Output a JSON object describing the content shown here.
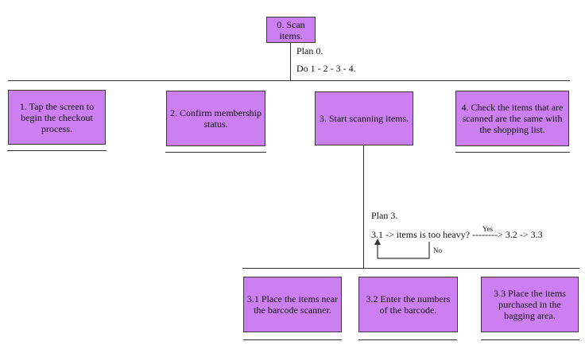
{
  "diagram": {
    "root": {
      "label": "0. Scan items."
    },
    "plan0": {
      "title": "Plan 0.",
      "sequence": "Do 1 - 2 - 3 - 4."
    },
    "tasks": [
      {
        "label": "1. Tap the screen to begin the checkout process."
      },
      {
        "label": "2. Confirm membership status."
      },
      {
        "label": "3. Start scanning items."
      },
      {
        "label": "4. Check the items that are scanned are the same with the shopping list."
      }
    ],
    "plan3": {
      "title": "Plan 3.",
      "rule": "3.1 -> items is too heavy? --------> 3.2 -> 3.3",
      "yes_label": "Yes",
      "no_label": "No"
    },
    "subtasks": [
      {
        "label": "3.1 Place the items near the barcode scanner."
      },
      {
        "label": "3.2 Enter the numbers of the barcode."
      },
      {
        "label": "3.3 Place the items purchased in the bagging area."
      }
    ],
    "colors": {
      "box_fill": "#cc7ff0",
      "line": "#333333"
    }
  }
}
